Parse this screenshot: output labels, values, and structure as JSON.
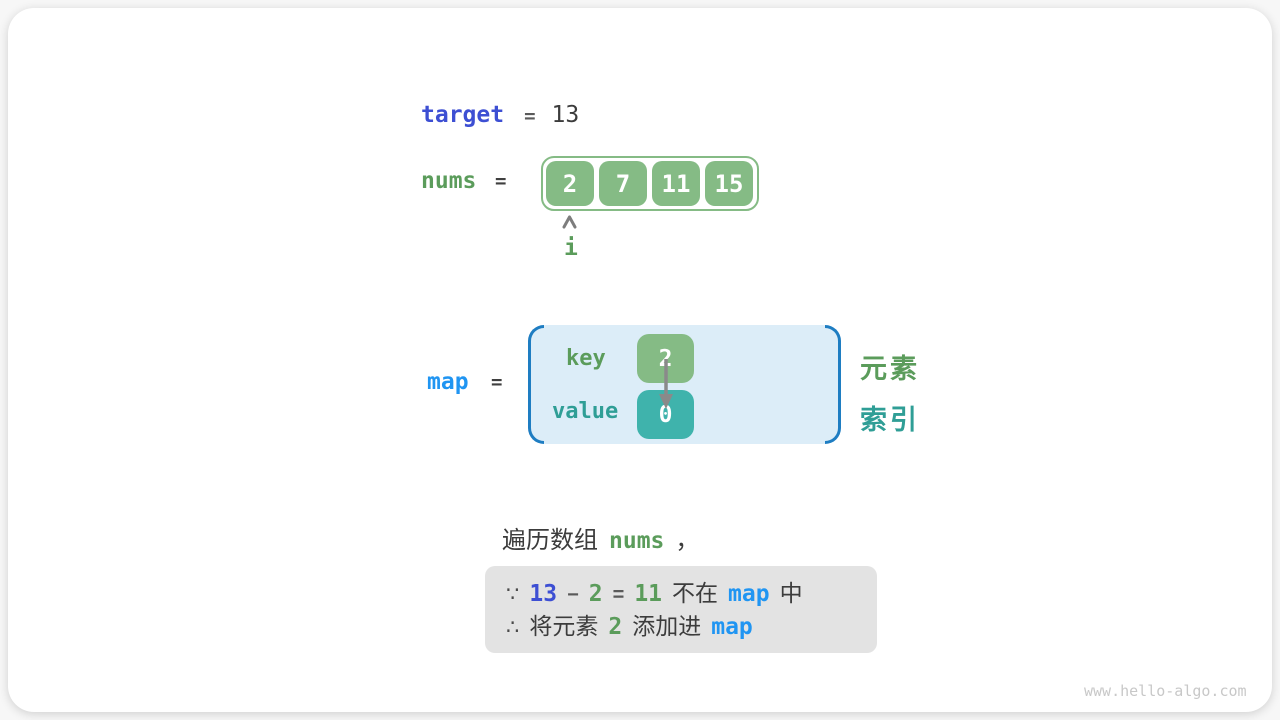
{
  "colors": {
    "indigo_code": "#3d4fd3",
    "azure_code": "#2095f2",
    "green_code": "#5b9c5b",
    "teal_code": "#2f9e96",
    "green_fill": "#85bb85",
    "teal_fill": "#3fb3ac",
    "map_box_bg": "#dcedf8",
    "map_box_bracket": "#1e7dc2",
    "note_bg": "#e3e3e3",
    "dark_text": "#3c3c3c"
  },
  "target": {
    "label": "target",
    "equals": "=",
    "value": "13"
  },
  "nums": {
    "label": "nums",
    "equals": "=",
    "cells": [
      "2",
      "7",
      "11",
      "15"
    ],
    "pointer_label": "i"
  },
  "map": {
    "label": "map",
    "equals": "=",
    "key_label": "key",
    "value_label": "value",
    "key_value": "2",
    "value_value": "0",
    "side_label_top": "元素",
    "side_label_bottom": "索引"
  },
  "caption": {
    "prefix": "遍历数组",
    "code": "nums",
    "suffix": "，"
  },
  "note": {
    "line1": [
      "∵",
      "13",
      "−",
      "2",
      "=",
      "11",
      "不在",
      "map",
      "中"
    ],
    "line2": [
      "∴",
      "将元素",
      "2",
      "添加进",
      "map"
    ]
  },
  "watermark": "www.hello-algo.com"
}
